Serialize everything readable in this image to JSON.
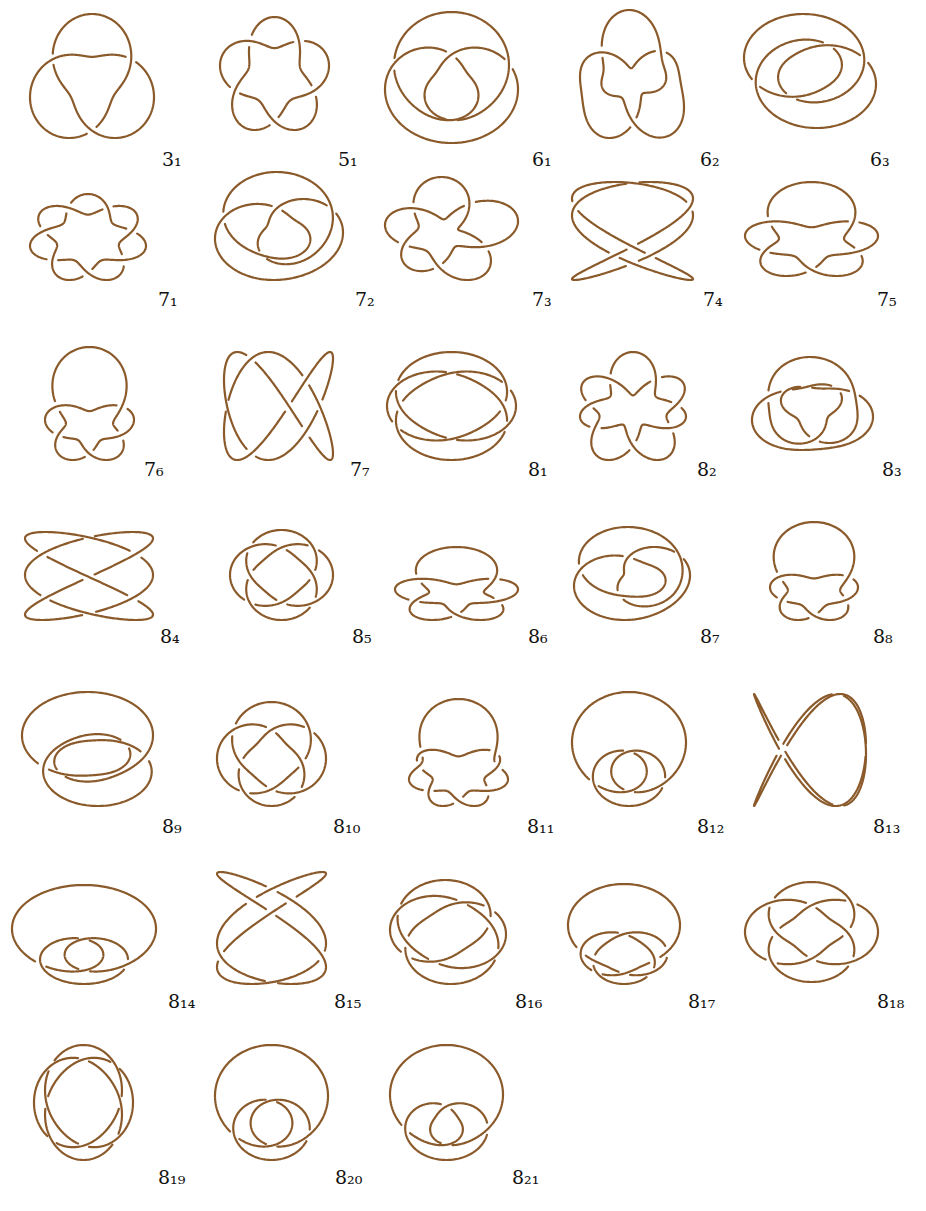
{
  "diagram": {
    "labels": [
      "3₁",
      "5₁",
      "6₁",
      "6₂",
      "6₃",
      "7₁",
      "7₂",
      "7₃",
      "7₄",
      "7₅",
      "7₆",
      "7₇",
      "8₁",
      "8₂",
      "8₃",
      "8₄",
      "8₅",
      "8₆",
      "8₇",
      "8₈",
      "8₉",
      "8₁₀",
      "8₁₁",
      "8₁₂",
      "8₁₃",
      "8₁₄",
      "8₁₅",
      "8₁₆",
      "8₁₇",
      "8₁₈",
      "8₁₉",
      "8₂₀",
      "8₂₁"
    ]
  }
}
